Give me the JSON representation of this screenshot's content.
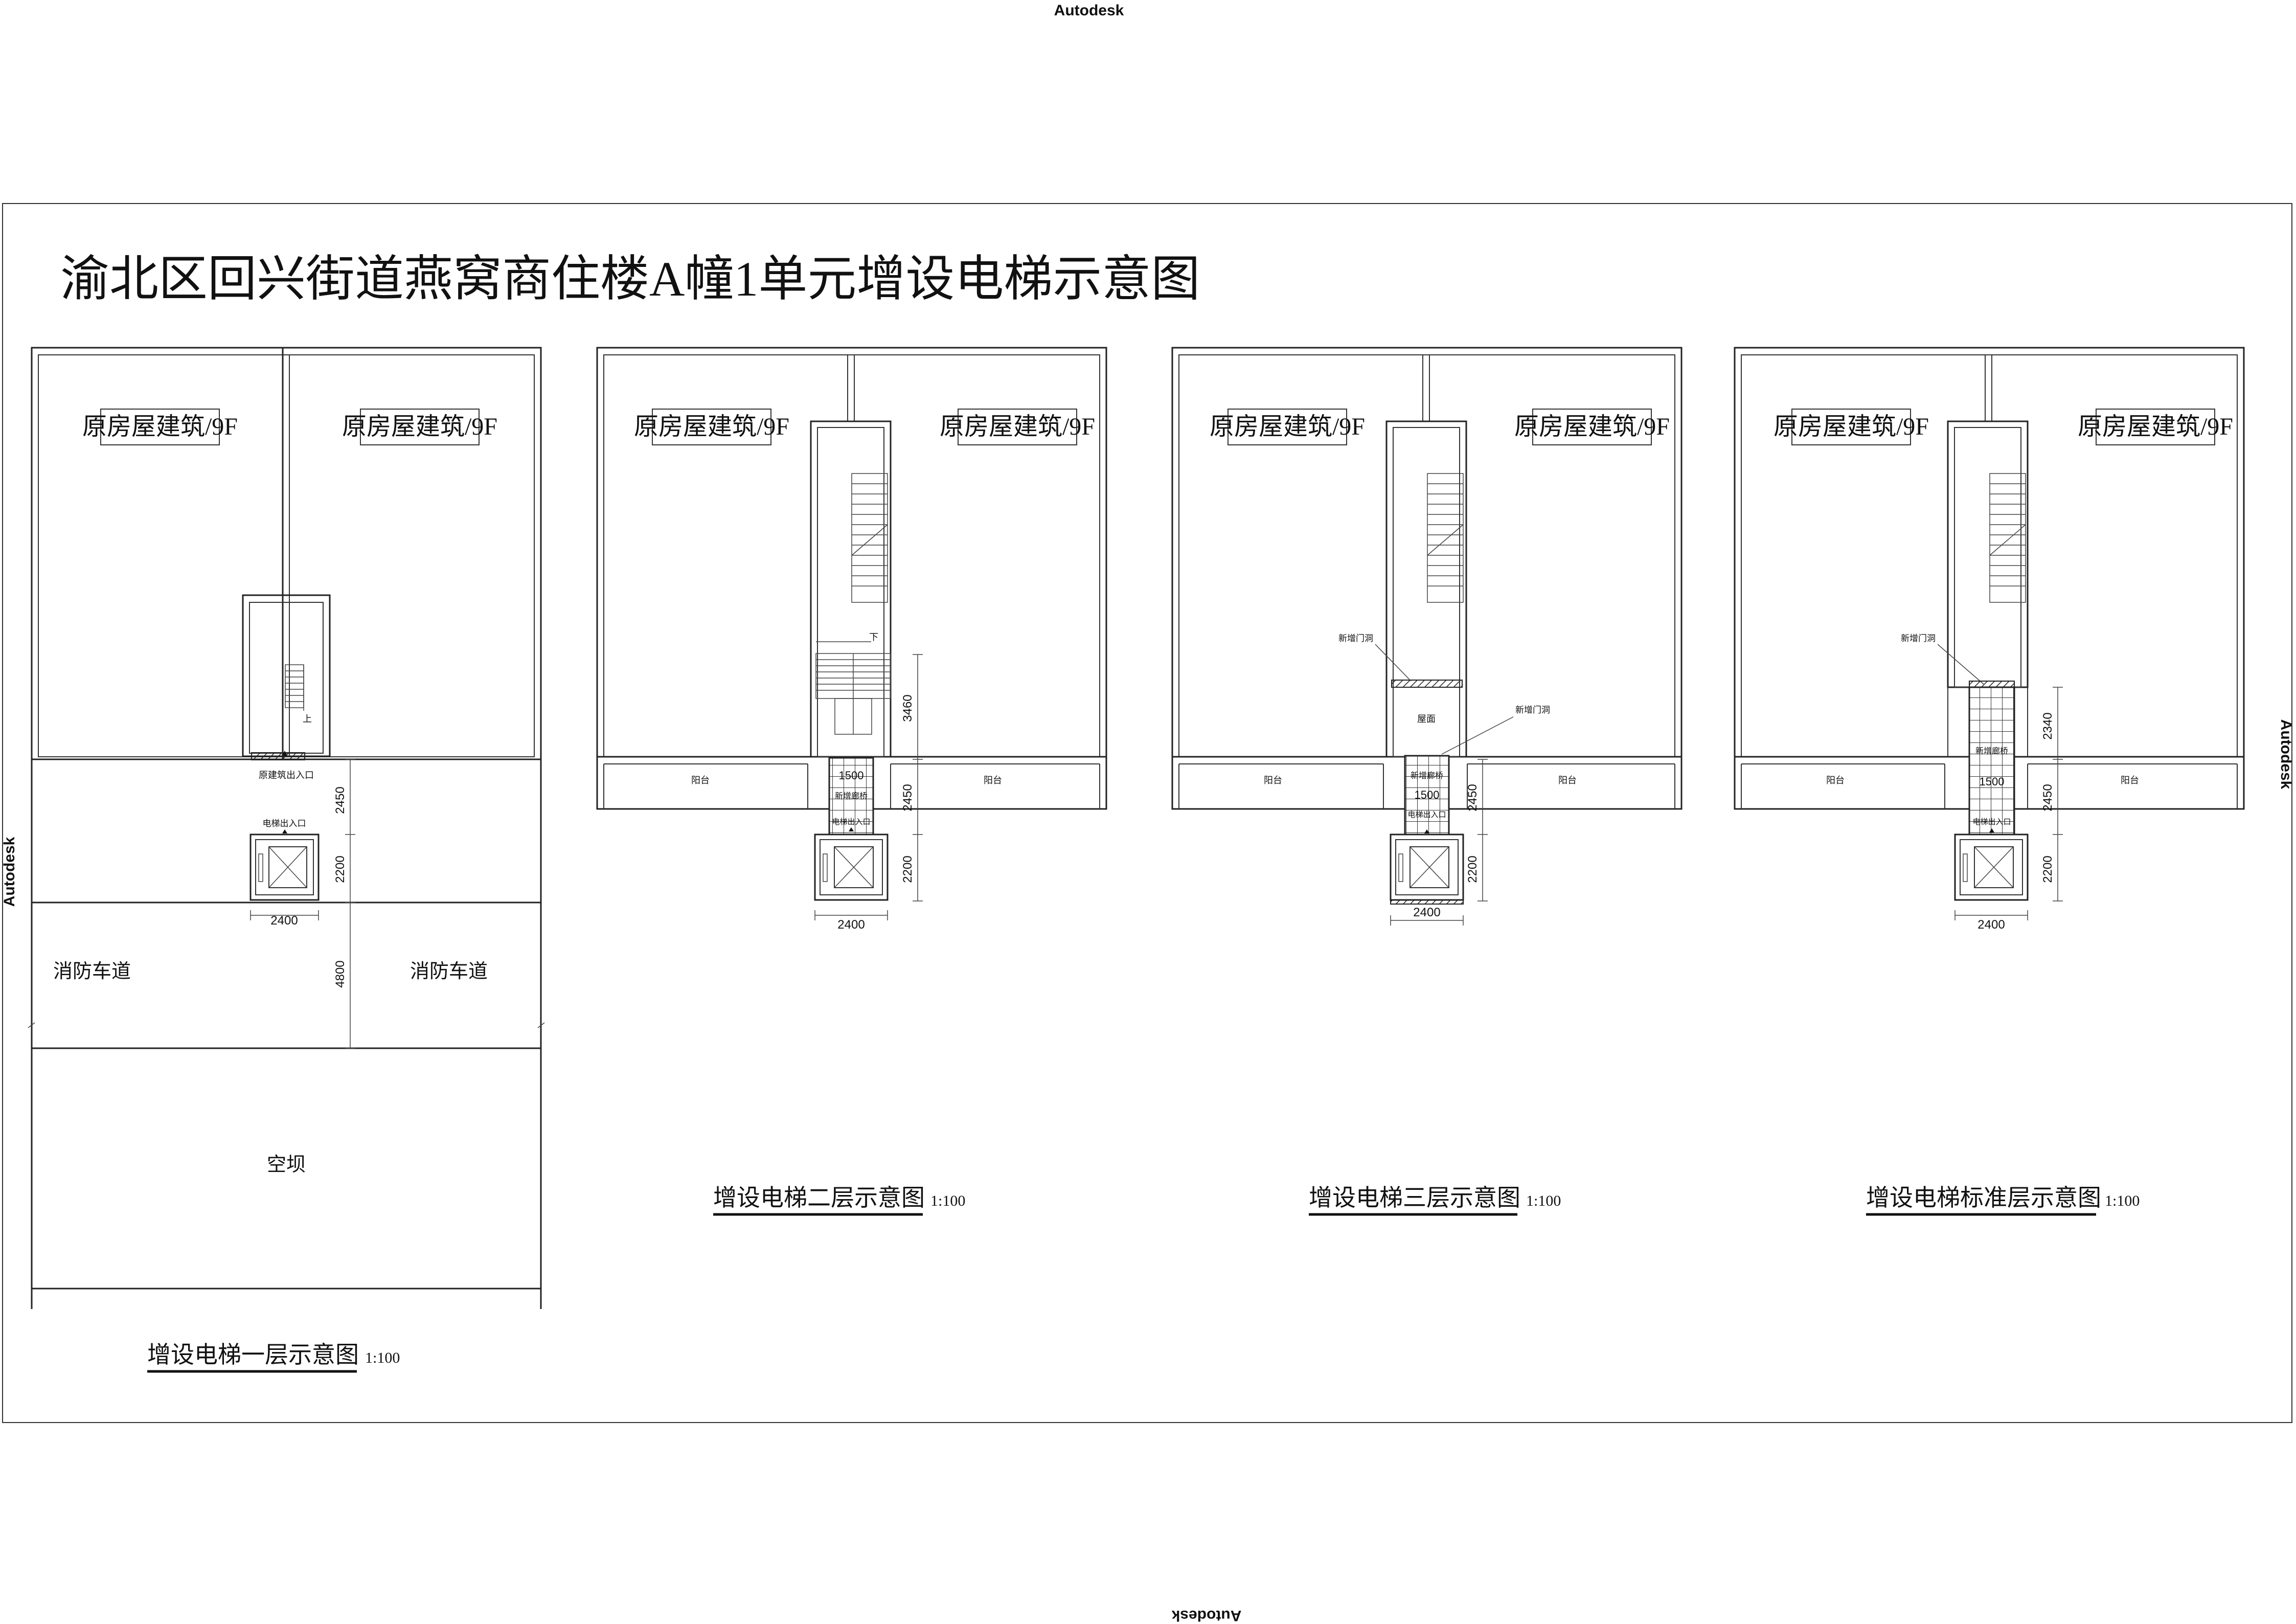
{
  "watermark": "Autodesk",
  "title": "渝北区回兴街道燕窝商住楼A幢1单元增设电梯示意图",
  "labels": {
    "original_building": "原房屋建筑/9F",
    "fire_lane": "消防车道",
    "open_space": "空坝",
    "balcony": "阳台",
    "roof": "屋面",
    "new_door": "新增门洞",
    "new_corridor": "新增廊桥",
    "elevator_entry": "电梯出入口",
    "orig_entry": "原建筑出入口",
    "up": "上",
    "down": "下"
  },
  "dims": {
    "d2400": "2400",
    "d2200": "2200",
    "d2450": "2450",
    "d4800": "4800",
    "d3460": "3460",
    "d2340": "2340",
    "d1500": "1500"
  },
  "captions": {
    "floor1": "增设电梯一层示意图",
    "floor2": "增设电梯二层示意图",
    "floor3": "增设电梯三层示意图",
    "standard": "增设电梯标准层示意图",
    "scale": "1:100"
  }
}
